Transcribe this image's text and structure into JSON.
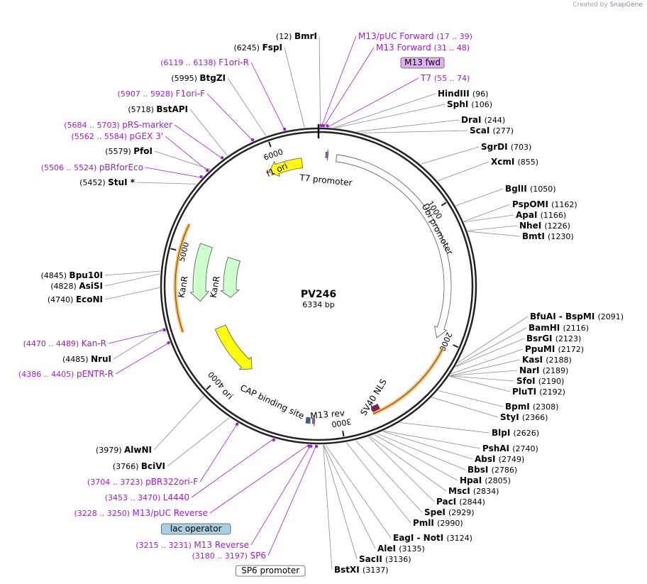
{
  "brand": {
    "created_by": "Created by",
    "name": "SnapGene"
  },
  "plasmid": {
    "name": "PV246",
    "length_label": "6334 bp",
    "length": 6334
  },
  "ticks": [
    "1000",
    "2000",
    "3000",
    "4000",
    "5000",
    "6000"
  ],
  "features": [
    {
      "label": "f1 ori",
      "start": 5920,
      "end": 6200,
      "color": "#ffff00",
      "direction": "reverse"
    },
    {
      "label": "T7 promoter",
      "start": 55,
      "end": 74,
      "color": "#9b59b6",
      "direction": "forward"
    },
    {
      "label": "Ubi promoter",
      "start": 140,
      "end": 2000,
      "color": "#ffffff",
      "direction": "forward"
    },
    {
      "label": "SV40 NLS",
      "start": 2700,
      "end": 2760,
      "color": "#8b1a5a",
      "direction": "forward"
    },
    {
      "label": "KanR",
      "start": 4620,
      "end": 5100,
      "color": "#ccffcc",
      "direction": "reverse"
    },
    {
      "label": "KanR",
      "start": 4620,
      "end": 5100,
      "color": "#ccffcc",
      "direction": "reverse"
    },
    {
      "label": "ori",
      "start": 3850,
      "end": 4350,
      "color": "#ffff00",
      "direction": "reverse"
    },
    {
      "label": "CAP binding site",
      "start": 3230,
      "end": 3260,
      "color": "#2c6e7f",
      "direction": "none"
    },
    {
      "label": "M13 rev",
      "start": 3195,
      "end": 3212,
      "color": "#9b59b6",
      "direction": "reverse"
    }
  ],
  "left_labels": [
    {
      "pos": "(12)",
      "name": "BmrI",
      "type": "enzyme"
    },
    {
      "pos": "(6245)",
      "name": "FspI",
      "type": "enzyme"
    },
    {
      "pos": "(6119 .. 6138)",
      "name": "F1ori-R",
      "type": "primer"
    },
    {
      "pos": "(5995)",
      "name": "BtgZI",
      "type": "enzyme"
    },
    {
      "pos": "(5907 .. 5928)",
      "name": "F1ori-F",
      "type": "primer"
    },
    {
      "pos": "(5718)",
      "name": "BstAPI",
      "type": "enzyme"
    },
    {
      "pos": "(5684 .. 5703)",
      "name": "pRS-marker",
      "type": "primer"
    },
    {
      "pos": "(5562 .. 5584)",
      "name": "pGEX 3'",
      "type": "primer"
    },
    {
      "pos": "(5579)",
      "name": "PfoI",
      "type": "enzyme"
    },
    {
      "pos": "(5506 .. 5524)",
      "name": "pBRforEco",
      "type": "primer"
    },
    {
      "pos": "(5452)",
      "name": "StuI *",
      "type": "enzyme"
    },
    {
      "pos": "(4845)",
      "name": "Bpu10I",
      "type": "enzyme"
    },
    {
      "pos": "(4828)",
      "name": "AsiSI",
      "type": "enzyme"
    },
    {
      "pos": "(4740)",
      "name": "EcoNI",
      "type": "enzyme"
    },
    {
      "pos": "(4470 .. 4489)",
      "name": "Kan-R",
      "type": "primer"
    },
    {
      "pos": "(4485)",
      "name": "NruI",
      "type": "enzyme"
    },
    {
      "pos": "(4386 .. 4405)",
      "name": "pENTR-R",
      "type": "primer"
    },
    {
      "pos": "(3979)",
      "name": "AlwNI",
      "type": "enzyme"
    },
    {
      "pos": "(3766)",
      "name": "BciVI",
      "type": "enzyme"
    },
    {
      "pos": "(3704 .. 3723)",
      "name": "pBR322ori-F",
      "type": "primer"
    },
    {
      "pos": "(3453 .. 3470)",
      "name": "L4440",
      "type": "primer"
    },
    {
      "pos": "(3228 .. 3250)",
      "name": "M13/pUC Reverse",
      "type": "primer"
    },
    {
      "pos": "",
      "name": "lac operator",
      "type": "boxed"
    },
    {
      "pos": "(3215 .. 3231)",
      "name": "M13 Reverse",
      "type": "primer"
    },
    {
      "pos": "(3180 .. 3197)",
      "name": "SP6",
      "type": "primer"
    },
    {
      "pos": "",
      "name": "SP6 promoter",
      "type": "boxed"
    }
  ],
  "right_labels": [
    {
      "name": "M13/pUC Forward",
      "pos": "(17 .. 39)",
      "type": "primer"
    },
    {
      "name": "M13 Forward",
      "pos": "(31 .. 48)",
      "type": "primer"
    },
    {
      "name": "M13 fwd",
      "pos": "",
      "type": "boxed"
    },
    {
      "name": "T7",
      "pos": "(55 .. 74)",
      "type": "primer"
    },
    {
      "name": "HindIII",
      "pos": "(96)",
      "type": "enzyme"
    },
    {
      "name": "SphI",
      "pos": "(106)",
      "type": "enzyme"
    },
    {
      "name": "DraI",
      "pos": "(244)",
      "type": "enzyme"
    },
    {
      "name": "ScaI",
      "pos": "(277)",
      "type": "enzyme"
    },
    {
      "name": "SgrDI",
      "pos": "(703)",
      "type": "enzyme"
    },
    {
      "name": "XcmI",
      "pos": "(855)",
      "type": "enzyme"
    },
    {
      "name": "BglII",
      "pos": "(1050)",
      "type": "enzyme"
    },
    {
      "name": "PspOMI",
      "pos": "(1162)",
      "type": "enzyme"
    },
    {
      "name": "ApaI",
      "pos": "(1166)",
      "type": "enzyme"
    },
    {
      "name": "NheI",
      "pos": "(1226)",
      "type": "enzyme"
    },
    {
      "name": "BmtI",
      "pos": "(1230)",
      "type": "enzyme"
    },
    {
      "name": "BfuAI - BspMI",
      "pos": "(2091)",
      "type": "enzyme"
    },
    {
      "name": "BamHI",
      "pos": "(2116)",
      "type": "enzyme"
    },
    {
      "name": "BsrGI",
      "pos": "(2123)",
      "type": "enzyme"
    },
    {
      "name": "PpuMI",
      "pos": "(2172)",
      "type": "enzyme"
    },
    {
      "name": "KasI",
      "pos": "(2188)",
      "type": "enzyme"
    },
    {
      "name": "NarI",
      "pos": "(2189)",
      "type": "enzyme"
    },
    {
      "name": "SfoI",
      "pos": "(2190)",
      "type": "enzyme"
    },
    {
      "name": "PluTI",
      "pos": "(2192)",
      "type": "enzyme"
    },
    {
      "name": "BpmI",
      "pos": "(2308)",
      "type": "enzyme"
    },
    {
      "name": "StyI",
      "pos": "(2366)",
      "type": "enzyme"
    },
    {
      "name": "BlpI",
      "pos": "(2626)",
      "type": "enzyme"
    },
    {
      "name": "PshAI",
      "pos": "(2740)",
      "type": "enzyme"
    },
    {
      "name": "AbsI",
      "pos": "(2749)",
      "type": "enzyme"
    },
    {
      "name": "BbsI",
      "pos": "(2786)",
      "type": "enzyme"
    },
    {
      "name": "HpaI",
      "pos": "(2805)",
      "type": "enzyme"
    },
    {
      "name": "MscI",
      "pos": "(2834)",
      "type": "enzyme"
    },
    {
      "name": "PacI",
      "pos": "(2844)",
      "type": "enzyme"
    },
    {
      "name": "SpeI",
      "pos": "(2929)",
      "type": "enzyme"
    },
    {
      "name": "PmlI",
      "pos": "(2990)",
      "type": "enzyme"
    },
    {
      "name": "EagI - NotI",
      "pos": "(3124)",
      "type": "enzyme"
    },
    {
      "name": "AleI",
      "pos": "(3135)",
      "type": "enzyme"
    },
    {
      "name": "SacII",
      "pos": "(3136)",
      "type": "enzyme"
    },
    {
      "name": "BstXI",
      "pos": "(3137)",
      "type": "enzyme"
    }
  ],
  "colors": {
    "primer": "#a020c8",
    "enzyme": "#000000",
    "backbone": "#222222",
    "line": "#8a8a8a",
    "boxed_primer_fill": "#e0b0f0",
    "boxed_feature_fill": "#a8d0e0",
    "orange": "#f0b050"
  }
}
